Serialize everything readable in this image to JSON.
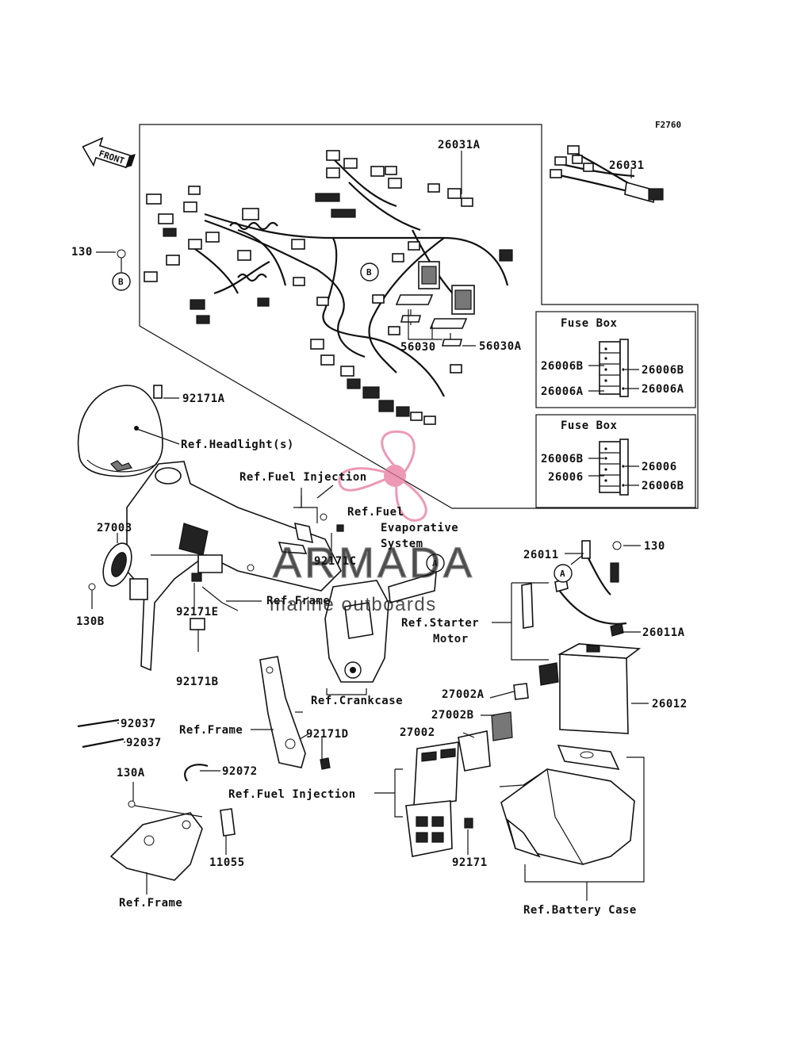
{
  "figure_code": "F2760",
  "front_arrow": {
    "label": "FRONT",
    "icon": "front-direction-arrow-icon"
  },
  "watermark": {
    "brand": "ARMADA",
    "tagline": "marine outboards",
    "accent": "#e8789e",
    "icon": "propeller-logo-icon"
  },
  "fuse_boxes": [
    {
      "title": "Fuse Box",
      "left_labels": [
        "26006B",
        "26006A"
      ],
      "right_labels": [
        "26006B",
        "26006A"
      ]
    },
    {
      "title": "Fuse Box",
      "left_labels": [
        "26006B",
        "26006"
      ],
      "right_labels": [
        "26006",
        "26006B"
      ]
    }
  ],
  "callouts": {
    "c26031A": "26031A",
    "c26031": "26031",
    "c130_top": "130",
    "c56030": "56030",
    "c56030A": "56030A",
    "c92171A": "92171A",
    "headlight": "Ref.Headlight(s)",
    "fuel_injection_top": "Ref.Fuel Injection",
    "fuel_evap_1": "Ref.Fuel",
    "fuel_evap_2": "Evaporative",
    "fuel_evap_3": "System",
    "c27003": "27003",
    "c92171C": "92171C",
    "c26011": "26011",
    "c130_right": "130",
    "ref_frame_mid": "Ref.Frame",
    "c130B": "130B",
    "c92171E": "92171E",
    "starter_1": "Ref.Starter",
    "starter_2": "Motor",
    "c26011A": "26011A",
    "c92171B": "92171B",
    "crankcase": "Ref.Crankcase",
    "c26012": "26012",
    "c27002A": "27002A",
    "c27002B": "27002B",
    "c27002": "27002",
    "c92037_a": "92037",
    "c92037_b": "92037",
    "ref_frame_lower": "Ref.Frame",
    "c92171D": "92171D",
    "c92072": "92072",
    "c130A": "130A",
    "fuel_injection_lower": "Ref.Fuel Injection",
    "c92171": "92171",
    "c11055": "11055",
    "ref_frame_bottom": "Ref.Frame",
    "battery_case": "Ref.Battery Case"
  },
  "markers": {
    "a1": "A",
    "a2": "A",
    "b1": "B",
    "b2": "B"
  }
}
